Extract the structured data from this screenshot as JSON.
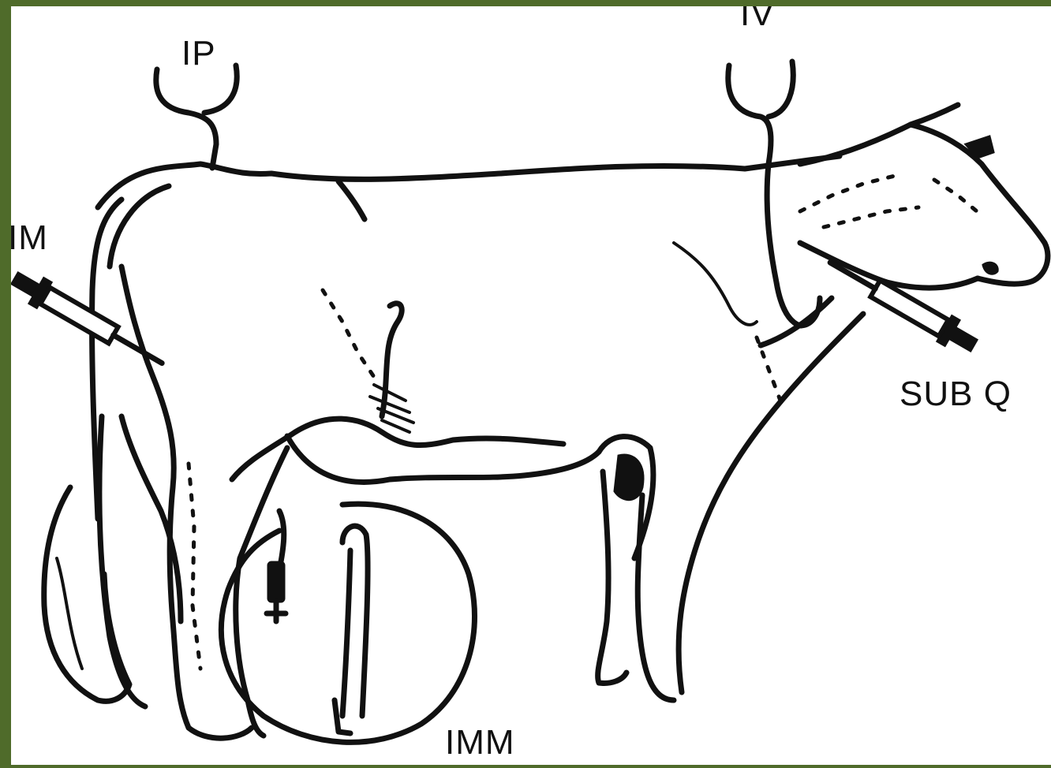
{
  "colors": {
    "frame": "#4f6b2a",
    "background": "#ffffff",
    "ink": "#111111"
  },
  "labels": {
    "ip": "IP",
    "iv": "IV",
    "im": "IM",
    "subq": "SUB Q",
    "imm": "IMM"
  },
  "icons": {
    "syringe_im": "syringe-icon",
    "syringe_subq": "syringe-icon",
    "teat_cannula": "teat-cannula-icon"
  }
}
